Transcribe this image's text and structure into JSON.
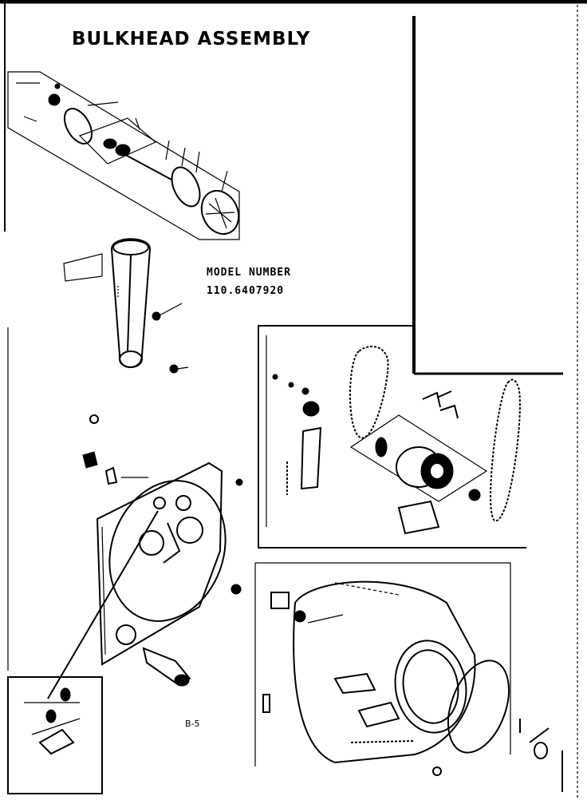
{
  "title": "BULKHEAD ASSEMBLY",
  "model": {
    "label": "MODEL NUMBER",
    "number": "110.6407920"
  },
  "page_id": "B-5",
  "colors": {
    "ink": "#000000",
    "paper": "#ffffff"
  }
}
